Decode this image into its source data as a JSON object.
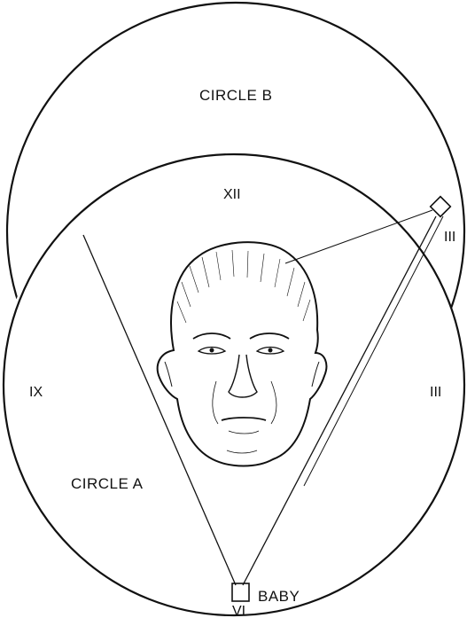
{
  "labels": {
    "circle_b": "CIRCLE B",
    "circle_a": "CIRCLE A",
    "baby": "BABY"
  },
  "clock_positions": {
    "top": "XII",
    "left": "IX",
    "right": "III",
    "bottom": "VI",
    "outer_right": "III"
  },
  "colors": {
    "ink": "#111111",
    "background": "#ffffff"
  }
}
